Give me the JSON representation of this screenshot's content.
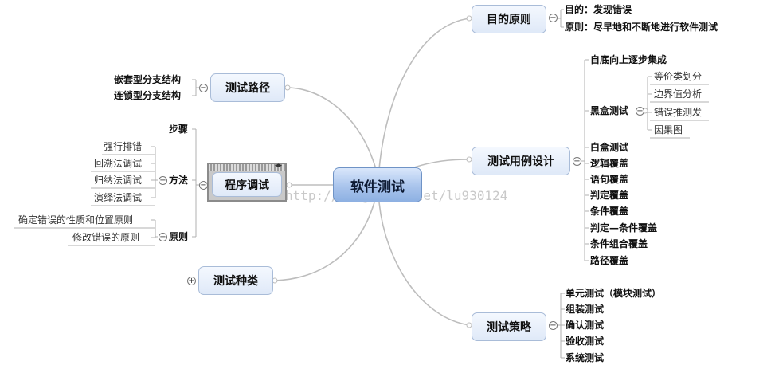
{
  "central": "软件测试",
  "watermark": "http://blog.csdn.net/lu930124",
  "branches": {
    "purpose": {
      "label": "目的原则",
      "items": [
        "目的：发现错误",
        "原则：尽早地和不断地进行软件测试"
      ]
    },
    "case_design": {
      "label": "测试用例设计",
      "items": [
        "自底向上逐步集成",
        "黑盒测试",
        "白盒测试",
        "逻辑覆盖",
        "语句覆盖",
        "判定覆盖",
        "条件覆盖",
        "判定—条件覆盖",
        "条件组合覆盖",
        "路径覆盖"
      ],
      "blackbox": [
        "等价类划分",
        "边界值分析",
        "错误推测发",
        "因果图"
      ]
    },
    "strategy": {
      "label": "测试策略",
      "items": [
        "单元测试（模块测试）",
        "组装测试",
        "确认测试",
        "验收测试",
        "系统测试"
      ]
    },
    "path": {
      "label": "测试路径",
      "items": [
        "嵌套型分支结构",
        "连锁型分支结构"
      ]
    },
    "debug": {
      "label": "程序调试",
      "items": [
        "步骤",
        "方法",
        "原则"
      ],
      "methods": [
        "强行排错",
        "回溯法调试",
        "归纳法调试",
        "演绎法调试"
      ],
      "principles": [
        "确定错误的性质和位置原则",
        "修改错误的原则"
      ]
    },
    "types": {
      "label": "测试种类"
    }
  },
  "toggles": {
    "collapse": "−",
    "expand": "+"
  },
  "colors": {
    "curve": "#bdbdbd",
    "bracket": "#b0b0b0",
    "node_border": "#a9bcd8",
    "central": "#a9c4ec"
  }
}
